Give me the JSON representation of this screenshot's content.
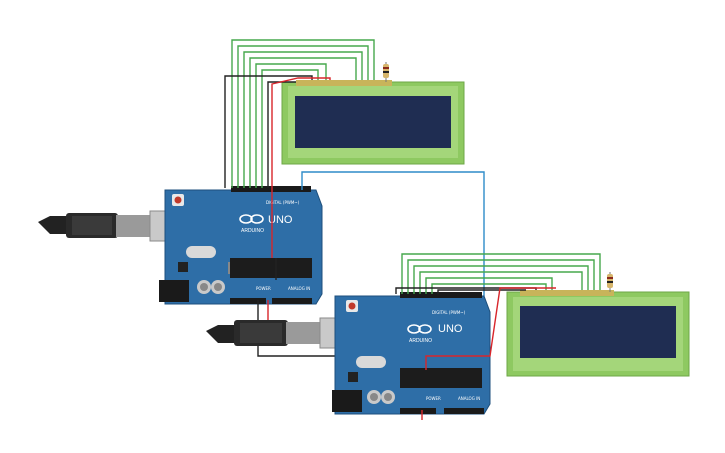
{
  "boards": [
    {
      "brand": "ARDUINO",
      "model": "UNO",
      "digital_label": "DIGITAL (PWM~)",
      "power_label": "POWER",
      "analog_label": "ANALOG IN"
    },
    {
      "brand": "ARDUINO",
      "model": "UNO",
      "digital_label": "DIGITAL (PWM~)",
      "power_label": "POWER",
      "analog_label": "ANALOG IN"
    }
  ],
  "icons": [
    "usb-cable-icon",
    "arduino-infinity-logo-icon",
    "resistor-icon"
  ],
  "colors": {
    "board": "#2e6ea7",
    "lcd_frame": "#8ec961",
    "lcd_screen": "#1f2d52",
    "wire_green": "#46a84d",
    "wire_red": "#d8262b",
    "wire_black": "#222222",
    "wire_blue": "#2e8bc9"
  }
}
